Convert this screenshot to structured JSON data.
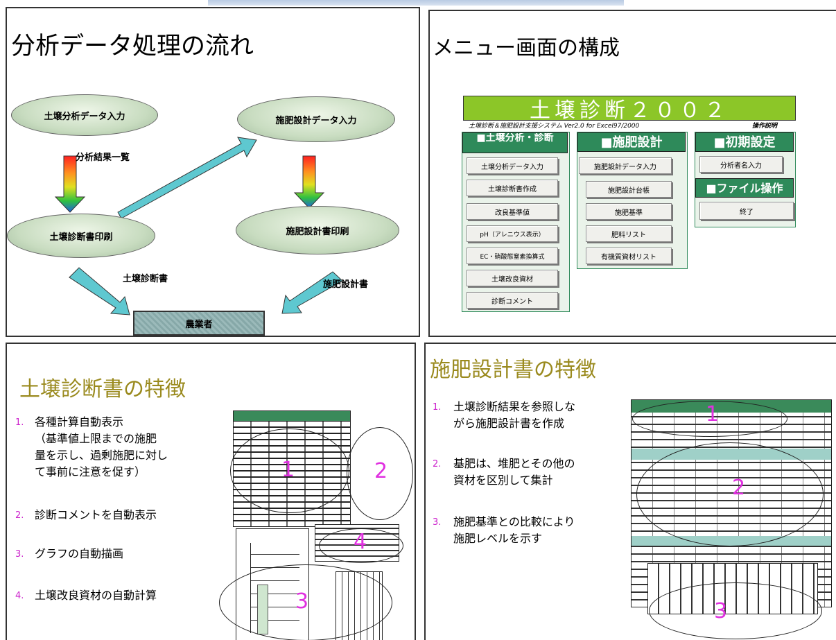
{
  "panel1": {
    "title": "分析データ処理の流れ",
    "nodes": {
      "soil_input": "土壌分析データ入力",
      "fert_input": "施肥設計データ入力",
      "soil_print": "土壌診断書印刷",
      "fert_print": "施肥設計書印刷",
      "farmer": "農業者"
    },
    "labels": {
      "results_list": "分析結果一覧",
      "soil_report": "土壌診断書",
      "fert_report": "施肥設計書"
    }
  },
  "panel2": {
    "title": "メニュー画面の構成",
    "banner": "土壌診断２００２",
    "subtitle_left": "土壌診断＆施肥設計支援システム Ver2.0 for Excel97/2000",
    "subtitle_right": "操作説明",
    "columns": [
      {
        "header": "■土壌分析・診断",
        "buttons": [
          "土壌分析データ入力",
          "土壌診断書作成",
          "改良基準値",
          "pH（アレニウス表示）",
          "EC・硝酸態窒素換算式",
          "土壌改良資材",
          "診断コメント"
        ]
      },
      {
        "header": "■施肥設計",
        "buttons": [
          "施肥設計データ入力",
          "施肥設計台帳",
          "施肥基準",
          "肥料リスト",
          "有機質資材リスト"
        ]
      },
      {
        "header": "■初期設定",
        "buttons": [
          "分析者名入力"
        ]
      },
      {
        "header": "■ファイル操作",
        "buttons": [
          "終了"
        ]
      }
    ]
  },
  "panel3": {
    "title": "土壌診断書の特徴",
    "items": [
      {
        "num": "1.",
        "lines": [
          "各種計算自動表示",
          "（基準値上限までの施肥",
          "量を示し、過剰施肥に対し",
          "て事前に注意を促す）"
        ]
      },
      {
        "num": "2.",
        "lines": [
          "診断コメントを自動表示"
        ]
      },
      {
        "num": "3.",
        "lines": [
          "グラフの自動描画"
        ]
      },
      {
        "num": "4.",
        "lines": [
          "土壌改良資材の自動計算"
        ]
      }
    ],
    "markers": [
      "1",
      "2",
      "3",
      "4"
    ]
  },
  "panel4": {
    "title": "施肥設計書の特徴",
    "items": [
      {
        "num": "1.",
        "lines": [
          "土壌診断結果を参照しな",
          "がら施肥設計書を作成"
        ]
      },
      {
        "num": "2.",
        "lines": [
          "基肥は、堆肥とその他の",
          "資材を区別して集計"
        ]
      },
      {
        "num": "3.",
        "lines": [
          "施肥基準との比較により",
          "施肥レベルを示す"
        ]
      }
    ],
    "markers": [
      "1",
      "2",
      "3"
    ]
  },
  "colors": {
    "banner_green": "#8cc628",
    "header_green": "#2e8a5a",
    "title_olive": "#9a8a1e",
    "number_magenta": "#cc22cc",
    "arrow_teal": "#5ec8d0"
  }
}
